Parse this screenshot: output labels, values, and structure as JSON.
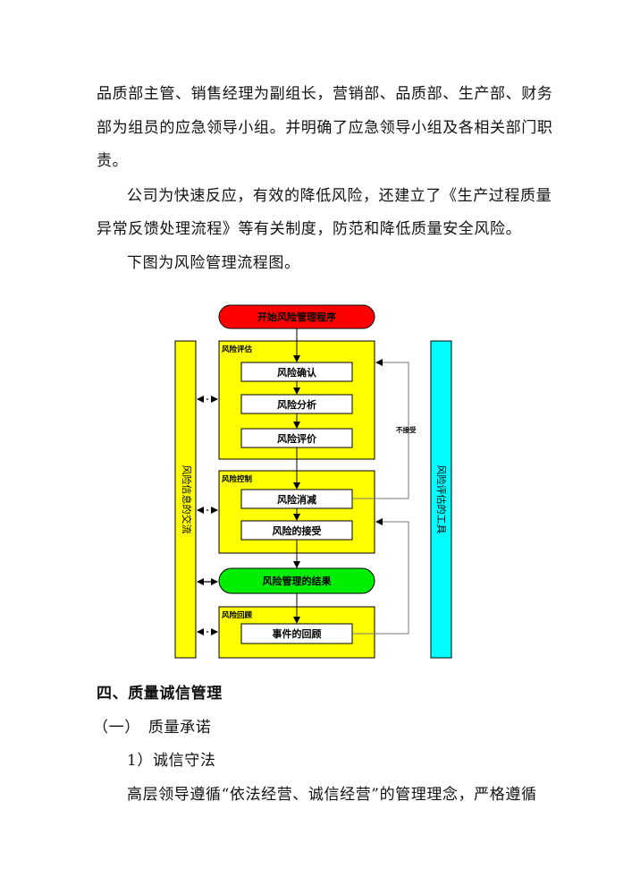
{
  "paragraphs": [
    "品质部主管、销售经理为副组长，营销部、品质部、生产部、财务",
    "部为组员的应急领导小组。并明确了应急领导小组及各相关部门职",
    "责。",
    "公司为快速反应，有效的降低风险，还建立了《生产过程质量",
    "异常反馈处理流程》等有关制度，防范和降低质量安全风险。",
    "下图为风险管理流程图。"
  ],
  "diagram": {
    "start": "开始风险管理程序",
    "left_bar": "风险信息的交流",
    "right_bar": "风险评估的工具",
    "section_assessment": "风险评估",
    "confirm": "风险确认",
    "analysis": "风险分析",
    "evaluation": "风险评价",
    "not_accepted": "不接受",
    "section_control": "风险控制",
    "reduce": "风险消减",
    "accept": "风险的接受",
    "result": "风险管理的结果",
    "section_review": "风险回顾",
    "event_review": "事件的回顾",
    "colors": {
      "start": "#ff0000",
      "result": "#00ee00",
      "yellow": "#ffff00",
      "cyan": "#00ffff"
    }
  },
  "heading4": "四、质量诚信管理",
  "sub1": "（一）　质量承诺",
  "item1": "1）诚信守法",
  "last_line": "高层领导遵循“依法经营、诚信经营”的管理理念，严格遵循"
}
